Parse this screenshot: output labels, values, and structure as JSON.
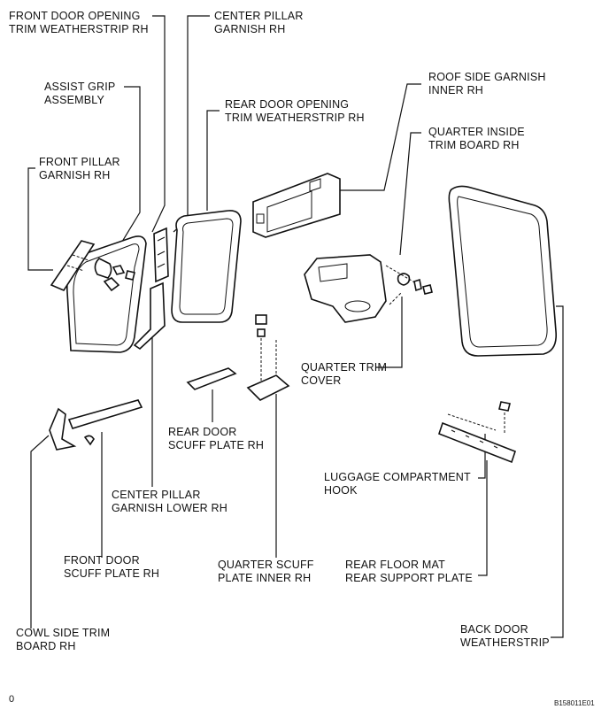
{
  "labels": {
    "front_door_opening": [
      "FRONT DOOR OPENING",
      "TRIM WEATHERSTRIP RH"
    ],
    "center_pillar_garnish": [
      "CENTER PILLAR",
      "GARNISH RH"
    ],
    "assist_grip": [
      "ASSIST GRIP",
      "ASSEMBLY"
    ],
    "rear_door_opening": [
      "REAR DOOR OPENING",
      "TRIM WEATHERSTRIP RH"
    ],
    "roof_side_garnish": [
      "ROOF SIDE GARNISH",
      "INNER RH"
    ],
    "quarter_inside_trim": [
      "QUARTER INSIDE",
      "TRIM BOARD RH"
    ],
    "front_pillar_garnish": [
      "FRONT PILLAR",
      "GARNISH RH"
    ],
    "quarter_trim_cover": [
      "QUARTER TRIM",
      "COVER"
    ],
    "rear_door_scuff": [
      "REAR DOOR",
      "SCUFF PLATE RH"
    ],
    "luggage_hook": [
      "LUGGAGE COMPARTMENT",
      "HOOK"
    ],
    "center_pillar_lower": [
      "CENTER PILLAR",
      "GARNISH LOWER RH"
    ],
    "front_door_scuff": [
      "FRONT DOOR",
      "SCUFF PLATE RH"
    ],
    "quarter_scuff_inner": [
      "QUARTER SCUFF",
      "PLATE INNER RH"
    ],
    "rear_floor_mat": [
      "REAR FLOOR MAT",
      "REAR SUPPORT PLATE"
    ],
    "cowl_side_trim": [
      "COWL SIDE TRIM",
      "BOARD RH"
    ],
    "back_door_weatherstrip": [
      "BACK DOOR",
      "WEATHERSTRIP"
    ]
  },
  "footer": {
    "page_mark": "0",
    "figure_code": "B158011E01"
  }
}
